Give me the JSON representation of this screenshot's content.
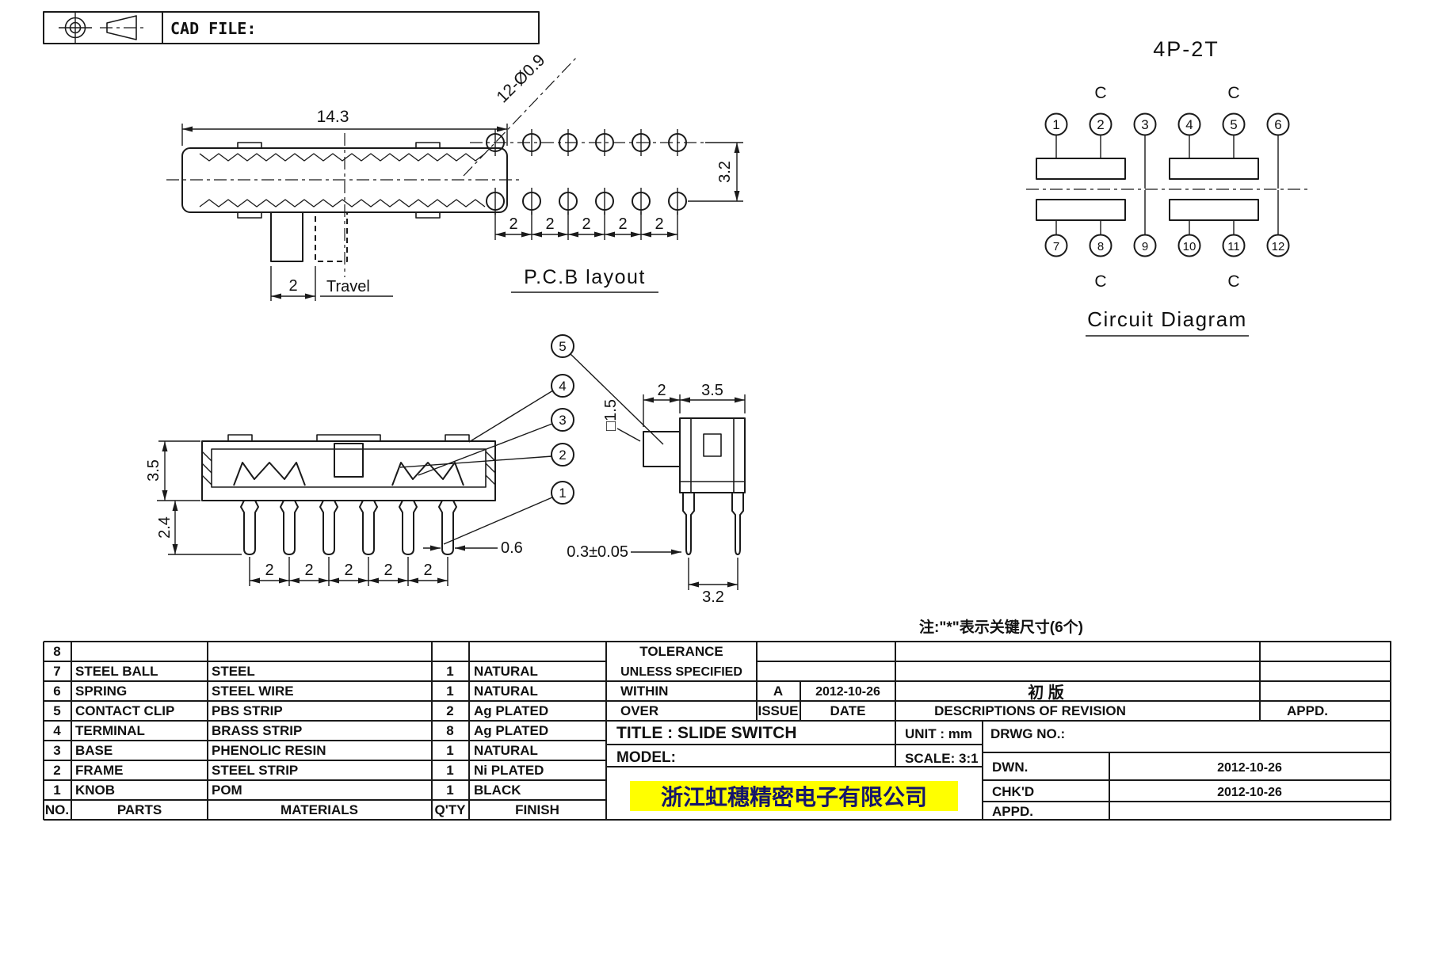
{
  "sheet": {
    "cad_file_label": "CAD FILE:",
    "note": "注:\"*\"表示关键尺寸(6个)"
  },
  "top_view": {
    "dim_width": "14.3",
    "dim_travel": "2",
    "travel_label": "Travel"
  },
  "pcb": {
    "hole_callout": "12-Ø0.9",
    "dim_row_gap": "3.2",
    "pitch": [
      "2",
      "2",
      "2",
      "2",
      "2"
    ],
    "caption": "P.C.B layout"
  },
  "circuit": {
    "title": "4P-2T",
    "caption": "Circuit Diagram",
    "c_top_left": "C",
    "c_top_right": "C",
    "c_bot_left": "C",
    "c_bot_right": "C",
    "top_pins": [
      "1",
      "2",
      "3",
      "4",
      "5",
      "6"
    ],
    "bottom_pins": [
      "7",
      "8",
      "9",
      "10",
      "11",
      "12"
    ]
  },
  "front_view": {
    "dim_body_h": "3.5",
    "dim_pin_h": "2.4",
    "pitch": [
      "2",
      "2",
      "2",
      "2",
      "2"
    ],
    "dim_pin_w": "0.6",
    "callouts": [
      "5",
      "4",
      "3",
      "2",
      "1"
    ]
  },
  "side_view": {
    "dim_knob": "2",
    "dim_body_w": "3.5",
    "dim_square": "□1.5",
    "dim_pin_t": "0.3±0.05",
    "dim_span": "3.2"
  },
  "parts_table": {
    "headers": {
      "no": "NO.",
      "parts": "PARTS",
      "materials": "MATERIALS",
      "qty": "Q'TY",
      "finish": "FINISH"
    },
    "rows": [
      {
        "no": "8",
        "parts": "",
        "materials": "",
        "qty": "",
        "finish": ""
      },
      {
        "no": "7",
        "parts": "STEEL BALL",
        "materials": "STEEL",
        "qty": "1",
        "finish": "NATURAL"
      },
      {
        "no": "6",
        "parts": "SPRING",
        "materials": "STEEL WIRE",
        "qty": "1",
        "finish": "NATURAL"
      },
      {
        "no": "5",
        "parts": "CONTACT CLIP",
        "materials": "PBS STRIP",
        "qty": "2",
        "finish": "Ag PLATED"
      },
      {
        "no": "4",
        "parts": "TERMINAL",
        "materials": "BRASS STRIP",
        "qty": "8",
        "finish": "Ag PLATED"
      },
      {
        "no": "3",
        "parts": "BASE",
        "materials": "PHENOLIC RESIN",
        "qty": "1",
        "finish": "NATURAL"
      },
      {
        "no": "2",
        "parts": "FRAME",
        "materials": "STEEL STRIP",
        "qty": "1",
        "finish": "Ni PLATED"
      },
      {
        "no": "1",
        "parts": "KNOB",
        "materials": "POM",
        "qty": "1",
        "finish": "BLACK"
      }
    ]
  },
  "title_block": {
    "tolerance": "TOLERANCE",
    "unless_specified": "UNLESS SPECIFIED",
    "within": "WITHIN",
    "over": "OVER",
    "issue_value": "A",
    "issue_label": "ISSUE",
    "date_value": "2012-10-26",
    "date_label": "DATE",
    "revision_value": "初 版",
    "revision_label": "DESCRIPTIONS OF REVISION",
    "appd_label": "APPD.",
    "title": "TITLE : SLIDE SWITCH",
    "unit": "UNIT : mm",
    "drwg_no": "DRWG NO.:",
    "model": "MODEL:",
    "scale": "SCALE: 3:1",
    "dwn": "DWN.",
    "dwn_date": "2012-10-26",
    "chkd": "CHK'D",
    "chkd_date": "2012-10-26",
    "appd2": "APPD.",
    "company": "浙江虹穗精密电子有限公司"
  },
  "colors": {
    "line": "#1a1a1a",
    "highlight": "#ffff00"
  }
}
